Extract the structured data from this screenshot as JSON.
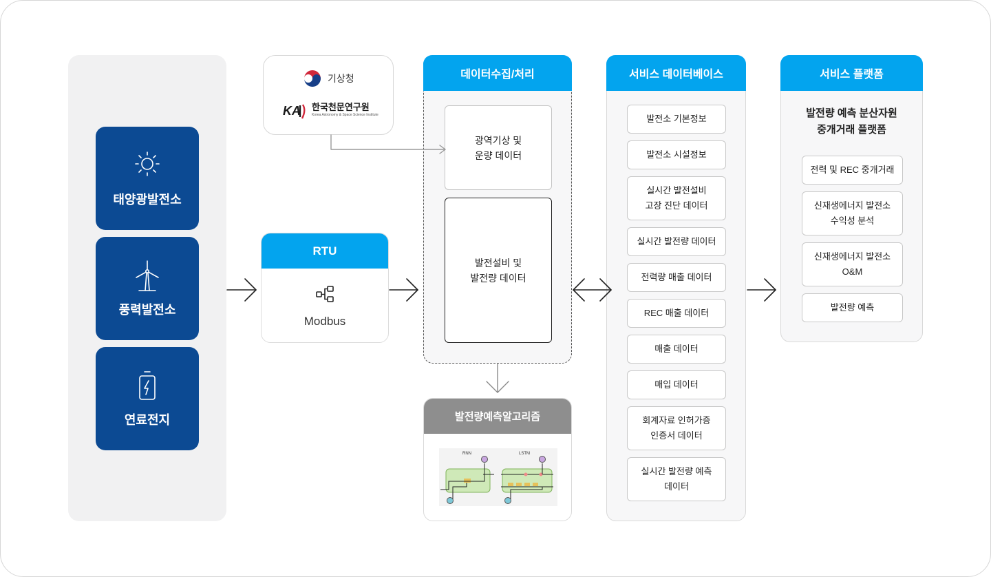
{
  "sources": {
    "items": [
      {
        "label": "태양광발전소",
        "icon": "sun-icon"
      },
      {
        "label": "풍력발전소",
        "icon": "wind-turbine-icon"
      },
      {
        "label": "연료전지",
        "icon": "battery-icon"
      }
    ]
  },
  "agencies": {
    "kma_name": "기상청",
    "kasi_mark": "KASI",
    "kasi_name": "한국천문연구원",
    "kasi_subtitle": "Korea Astronomy & Space Science Institute"
  },
  "rtu": {
    "title": "RTU",
    "icon": "network-nodes-icon",
    "protocol": "Modbus"
  },
  "collection": {
    "title": "데이터수집/처리",
    "box1_line1": "광역기상 및",
    "box1_line2": "운량 데이터",
    "box2_line1": "발전설비 및",
    "box2_line2": "발전량 데이터"
  },
  "algorithm": {
    "title": "발전량예측알고리즘",
    "rnn_label": "RNN",
    "lstm_label": "LSTM"
  },
  "service_db": {
    "title": "서비스 데이터베이스",
    "items": [
      {
        "line1": "발전소 기본정보",
        "line2": ""
      },
      {
        "line1": "발전소 시설정보",
        "line2": ""
      },
      {
        "line1": "실시간 발전설비",
        "line2": "고장 진단 데이터"
      },
      {
        "line1": "실시간 발전량 데이터",
        "line2": ""
      },
      {
        "line1": "전력량 매출 데이터",
        "line2": ""
      },
      {
        "line1": "REC 매출 데이터",
        "line2": ""
      },
      {
        "line1": "매출 데이터",
        "line2": ""
      },
      {
        "line1": "매입 데이터",
        "line2": ""
      },
      {
        "line1": "회계자료 인허가증",
        "line2": "인증서 데이터"
      },
      {
        "line1": "실시간 발전량 예측",
        "line2": "데이터"
      }
    ]
  },
  "platform": {
    "title": "서비스 플랫폼",
    "subtitle_line1": "발전량 예측 분산자원",
    "subtitle_line2": "중개거래 플랫폼",
    "items": [
      {
        "line1": "전력 및 REC 중개거래",
        "line2": ""
      },
      {
        "line1": "신재생에너지 발전소",
        "line2": "수익성 분석"
      },
      {
        "line1": "신재생에너지 발전소",
        "line2": "O&M"
      },
      {
        "line1": "발전량 예측",
        "line2": ""
      }
    ]
  },
  "colors": {
    "accent_blue": "#03a4ee",
    "plant_navy": "#0c4a93",
    "algo_gray": "#8e8e8e"
  }
}
